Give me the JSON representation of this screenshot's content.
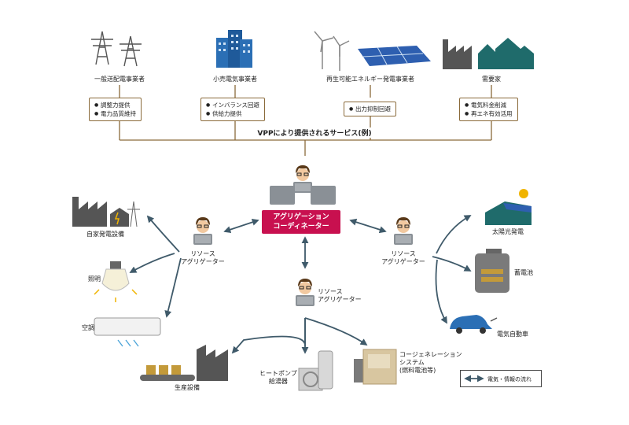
{
  "top_providers": [
    {
      "label": "一般送配電事業者",
      "services": [
        "調整力提供",
        "電力品質維持"
      ]
    },
    {
      "label": "小売電気事業者",
      "services": [
        "インバランス回避",
        "供給力提供"
      ]
    },
    {
      "label": "再生可能エネルギー発電事業者",
      "services": [
        "出力抑制回避"
      ]
    },
    {
      "label": "需要家",
      "services": [
        "電気料金削減",
        "再エネ有効活用"
      ]
    }
  ],
  "vpp_title": "VPPにより提供されるサービス(例)",
  "coordinator": {
    "line1": "アグリゲーション",
    "line2": "コーディネーター"
  },
  "resource_aggregator": {
    "line1": "リソース",
    "line2": "アグリゲーター"
  },
  "left_resources": [
    "自家発電設備",
    "照明",
    "空調"
  ],
  "right_resources": [
    "太陽光発電",
    "蓄電池",
    "電気自動車"
  ],
  "bottom_resources": {
    "factory": "生産設備",
    "heatpump": {
      "line1": "ヒートポンプ",
      "line2": "給湯器"
    },
    "cogen": {
      "line1": "コージェネレーション",
      "line2": "システム",
      "line3": "(燃料電池等)"
    }
  },
  "legend": "電気・情報の流れ",
  "colors": {
    "accent": "#c8104f",
    "arrow": "#3f5a6a",
    "bracket": "#8a6a3a",
    "building": "#2b6fb5",
    "house": "#1f6b6b",
    "solar": "#2e5fb0"
  },
  "icons": [
    "transmission-tower-icon",
    "office-building-icon",
    "wind-solar-icon",
    "factory-house-icon",
    "person-laptop-icon",
    "factory-power-icon",
    "light-bulb-icon",
    "air-conditioner-icon",
    "solar-house-icon",
    "battery-icon",
    "electric-car-icon",
    "production-line-icon",
    "heat-pump-icon",
    "cogeneration-icon"
  ]
}
